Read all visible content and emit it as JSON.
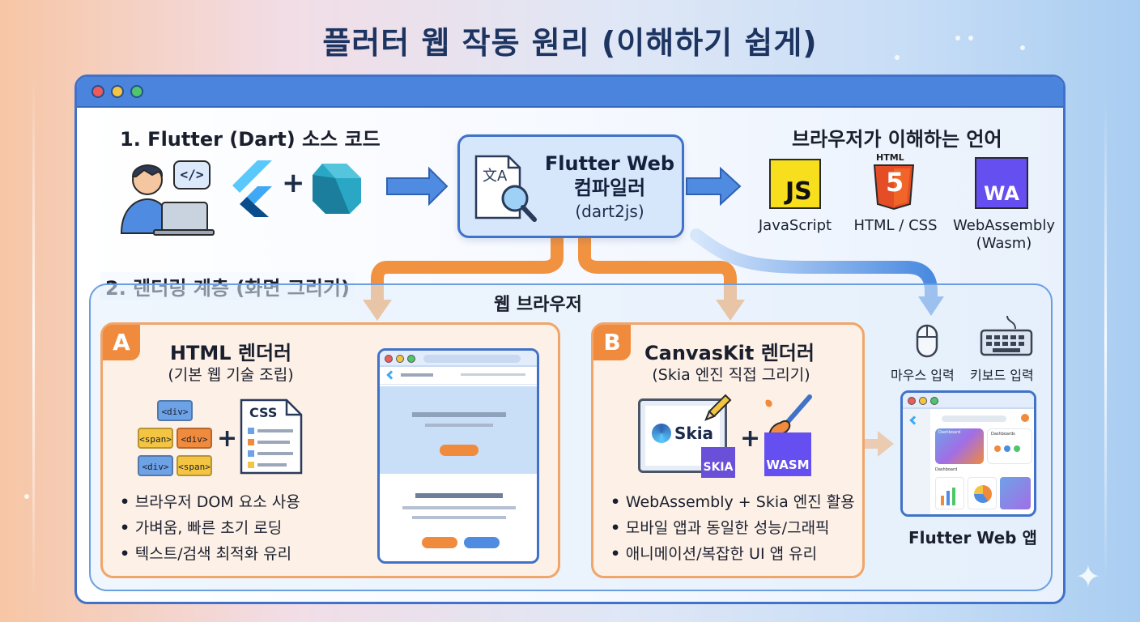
{
  "title": "플러터 웹 작동 원리 (이해하기 쉽게)",
  "step1": {
    "label": "1. Flutter (Dart) 소스 코드",
    "code_bubble": "</>",
    "plus": "+"
  },
  "compiler": {
    "name_line1": "Flutter Web",
    "name_line2": "컴파일러",
    "sub": "(dart2js)",
    "icon_glyph": "文A"
  },
  "languages": {
    "heading": "브라우저가 이해하는 언어",
    "items": [
      {
        "label": "JavaScript",
        "icon_text": "JS"
      },
      {
        "label": "HTML / CSS",
        "icon_top": "HTML",
        "icon_text": "5"
      },
      {
        "label_line1": "WebAssembly",
        "label_line2": "(Wasm)",
        "icon_text": "WA"
      }
    ]
  },
  "step2": {
    "label": "2. 렌더링 계층 (화면 그리기)"
  },
  "browser": {
    "label": "웹 브라우저"
  },
  "html_renderer": {
    "badge": "A",
    "title": "HTML 렌더러",
    "subtitle": "(기본 웹 기술 조립)",
    "blocks": [
      "<div>",
      "<span>",
      "<div>",
      "<div>",
      "<span>"
    ],
    "css_label": "CSS",
    "plus": "+",
    "bullets": [
      "브라우저 DOM 요소 사용",
      "가벼움, 빠른 초기 로딩",
      "텍스트/검색 최적화 유리"
    ]
  },
  "canvaskit_renderer": {
    "badge": "B",
    "title": "CanvasKit 렌더러",
    "subtitle": "(Skia 엔진 직접 그리기)",
    "skia_label": "Skia",
    "skia_tag": "SKIA",
    "wasm_tag": "WASM",
    "plus": "+",
    "bullets": [
      "WebAssembly + Skia 엔진 활용",
      "모바일 앱과 동일한 성능/그래픽",
      "애니메이션/복잡한 UI 앱 유리"
    ]
  },
  "inputs": {
    "mouse": "마우스 입력",
    "keyboard": "키보드 입력"
  },
  "app": {
    "label": "Flutter Web 앱",
    "mini_dashboard": "Dashboard",
    "mini_card": "Dashboards",
    "mini_section": "Dashboard"
  },
  "colors": {
    "accent_blue": "#3f72c8",
    "accent_orange": "#f08a3c",
    "js_yellow": "#f7df1e",
    "html_orange": "#e44d26",
    "wasm_purple": "#654ff0"
  }
}
